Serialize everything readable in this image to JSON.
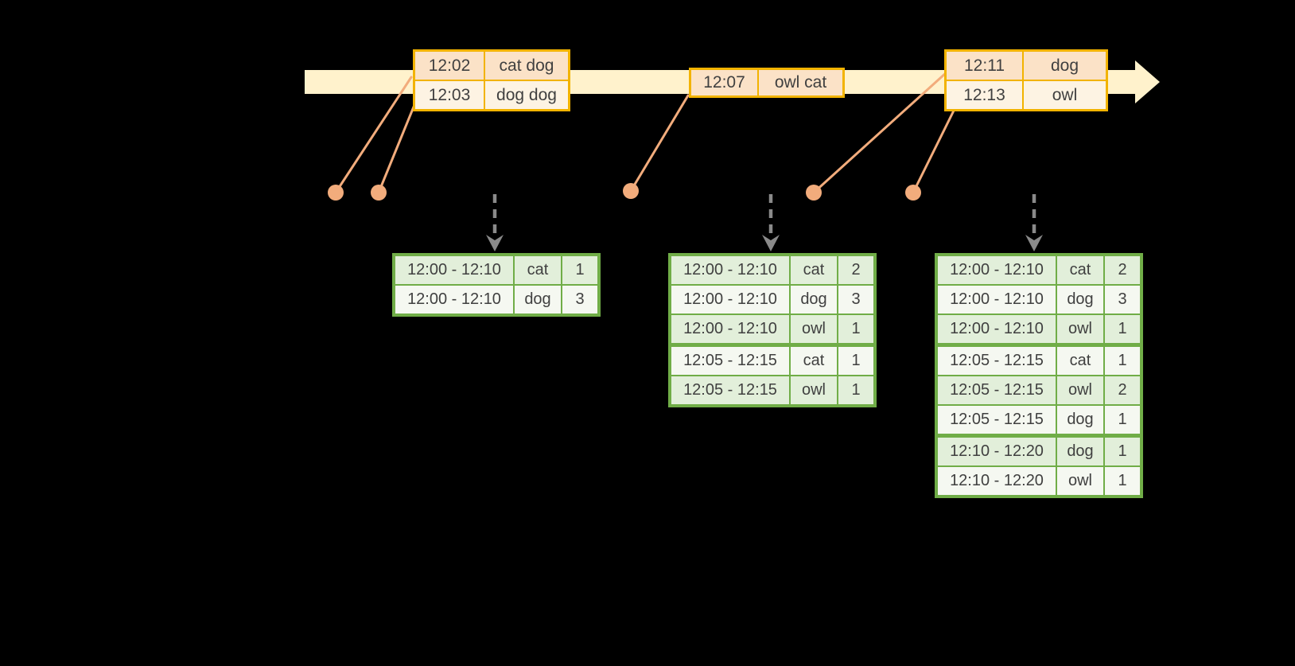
{
  "colors": {
    "background": "#000000",
    "timeline_fill": "#FFF2CC",
    "event_table_border": "#F2B300",
    "event_row_peach": "#FBE2C7",
    "event_row_cream": "#FDF3E3",
    "connector_salmon": "#F2AC7C",
    "result_table_border": "#70AD47",
    "result_row_green": "#E2EFDA",
    "result_row_white": "#F5F8F1",
    "trigger_arrow_gray": "#8A8A8A",
    "text": "#404040"
  },
  "timeline": {
    "events": [
      {
        "rows": [
          {
            "time": "12:02",
            "words": "cat dog"
          },
          {
            "time": "12:03",
            "words": "dog dog"
          }
        ]
      },
      {
        "rows": [
          {
            "time": "12:07",
            "words": "owl cat"
          }
        ]
      },
      {
        "rows": [
          {
            "time": "12:11",
            "words": "dog"
          },
          {
            "time": "12:13",
            "words": "owl"
          }
        ]
      }
    ]
  },
  "result_tables": [
    {
      "rows": [
        {
          "window": "12:00 - 12:10",
          "word": "cat",
          "count": "1"
        },
        {
          "window": "12:00 - 12:10",
          "word": "dog",
          "count": "3"
        }
      ]
    },
    {
      "rows": [
        {
          "window": "12:00 - 12:10",
          "word": "cat",
          "count": "2"
        },
        {
          "window": "12:00 - 12:10",
          "word": "dog",
          "count": "3"
        },
        {
          "window": "12:00 - 12:10",
          "word": "owl",
          "count": "1"
        },
        {
          "window": "12:05 - 12:15",
          "word": "cat",
          "count": "1"
        },
        {
          "window": "12:05 - 12:15",
          "word": "owl",
          "count": "1"
        }
      ]
    },
    {
      "rows": [
        {
          "window": "12:00 - 12:10",
          "word": "cat",
          "count": "2"
        },
        {
          "window": "12:00 - 12:10",
          "word": "dog",
          "count": "3"
        },
        {
          "window": "12:00 - 12:10",
          "word": "owl",
          "count": "1"
        },
        {
          "window": "12:05 - 12:15",
          "word": "cat",
          "count": "1"
        },
        {
          "window": "12:05 - 12:15",
          "word": "owl",
          "count": "2"
        },
        {
          "window": "12:05 - 12:15",
          "word": "dog",
          "count": "1"
        },
        {
          "window": "12:10 - 12:20",
          "word": "dog",
          "count": "1"
        },
        {
          "window": "12:10 - 12:20",
          "word": "owl",
          "count": "1"
        }
      ]
    }
  ]
}
